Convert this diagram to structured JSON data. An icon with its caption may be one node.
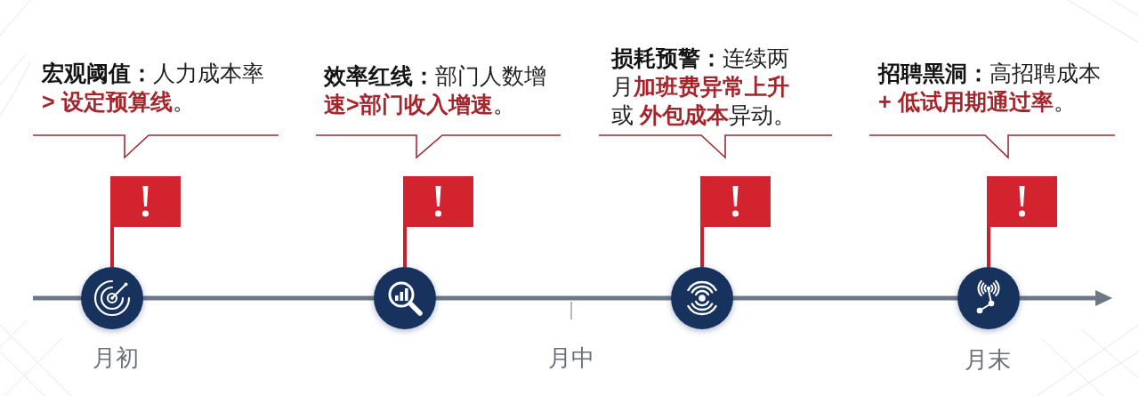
{
  "diagram": {
    "nodes": [
      {
        "text": [
          "**宏观阈值：**人力成本率**> 设定预算线**。"
        ]
      },
      {
        "text": [
          "**效率红线：**部门人数增**速>部门收入增速**。"
        ]
      },
      {
        "text": [
          "**损耗预警：**连续两月**加班费异常上升**或 **外包成本**异动。"
        ]
      },
      {
        "text": [
          "**招聘黑洞：**高招聘成本**+ 低试用期通过率**。"
        ]
      },
      {
        "text": [],
        "shape": "circle"
      },
      {
        "text": [],
        "shape": "circle"
      },
      {
        "text": [],
        "shape": "circle"
      },
      {
        "text": [],
        "shape": "circle"
      }
    ],
    "labels": [
      "月初",
      "月中",
      "月末"
    ]
  }
}
